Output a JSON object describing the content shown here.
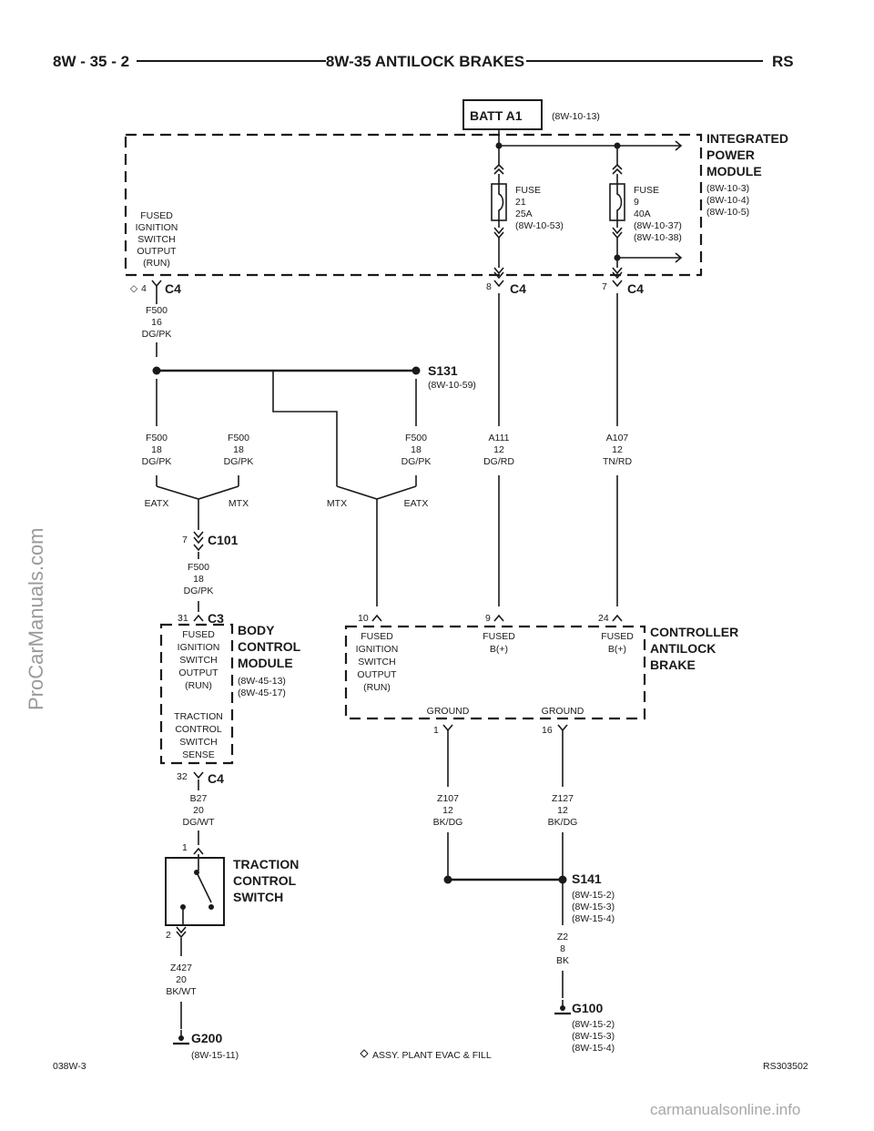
{
  "header": {
    "left": "8W - 35 - 2",
    "title": "8W-35 ANTILOCK BRAKES",
    "right": "RS"
  },
  "footer": {
    "left": "038W-3",
    "note": "ASSY. PLANT EVAC & FILL",
    "right": "RS303502"
  },
  "watermarks": {
    "side": "ProCarManuals.com",
    "bottom": "carmanualsonline.info"
  },
  "batt": {
    "label": "BATT A1",
    "ref": "(8W-10-13)"
  },
  "ipm": {
    "name": [
      "INTEGRATED",
      "POWER",
      "MODULE"
    ],
    "refs": [
      "(8W-10-3)",
      "(8W-10-4)",
      "(8W-10-5)"
    ],
    "output": [
      "FUSED",
      "IGNITION",
      "SWITCH",
      "OUTPUT",
      "(RUN)"
    ],
    "fuse21": [
      "FUSE",
      "21",
      "25A",
      "(8W-10-53)"
    ],
    "fuse9": [
      "FUSE",
      "9",
      "40A",
      "(8W-10-37)",
      "(8W-10-38)"
    ]
  },
  "c4_top": {
    "pin_a": "4",
    "pin_b": "8",
    "pin_c": "7",
    "name": "C4",
    "diamond": "◇"
  },
  "wire_f500_16": [
    "F500",
    "16",
    "DG/PK"
  ],
  "s131": {
    "name": "S131",
    "ref": "(8W-10-59)"
  },
  "wire_f500_18_a": [
    "F500",
    "18",
    "DG/PK"
  ],
  "wire_f500_18_b": [
    "F500",
    "18",
    "DG/PK"
  ],
  "wire_f500_18_c": [
    "F500",
    "18",
    "DG/PK"
  ],
  "wire_a111": [
    "A111",
    "12",
    "DG/RD"
  ],
  "wire_a107": [
    "A107",
    "12",
    "TN/RD"
  ],
  "options": {
    "eatx": "EATX",
    "mtx": "MTX"
  },
  "c101": {
    "pin": "7",
    "name": "C101"
  },
  "wire_f500_18_d": [
    "F500",
    "18",
    "DG/PK"
  ],
  "bcm": {
    "c3_pin": "31",
    "c3_name": "C3",
    "name": [
      "BODY",
      "CONTROL",
      "MODULE"
    ],
    "refs": [
      "(8W-45-13)",
      "(8W-45-17)"
    ],
    "input1": [
      "FUSED",
      "IGNITION",
      "SWITCH",
      "OUTPUT",
      "(RUN)"
    ],
    "input2": [
      "TRACTION",
      "CONTROL",
      "SWITCH",
      "SENSE"
    ],
    "c4_pin": "32",
    "c4_name": "C4"
  },
  "cab": {
    "pin1": "10",
    "pin2": "9",
    "pin3": "24",
    "name": [
      "CONTROLLER",
      "ANTILOCK",
      "BRAKE"
    ],
    "in1": [
      "FUSED",
      "IGNITION",
      "SWITCH",
      "OUTPUT",
      "(RUN)"
    ],
    "in2": [
      "FUSED",
      "B(+)"
    ],
    "in3": [
      "FUSED",
      "B(+)"
    ],
    "gnd1": "GROUND",
    "gnd2": "GROUND",
    "gpin1": "1",
    "gpin2": "16"
  },
  "wire_b27": [
    "B27",
    "20",
    "DG/WT"
  ],
  "wire_z107": [
    "Z107",
    "12",
    "BK/DG"
  ],
  "wire_z127": [
    "Z127",
    "12",
    "BK/DG"
  ],
  "tcs": {
    "name": [
      "TRACTION",
      "CONTROL",
      "SWITCH"
    ],
    "pin1": "1",
    "pin2": "2"
  },
  "s141": {
    "name": "S141",
    "refs": [
      "(8W-15-2)",
      "(8W-15-3)",
      "(8W-15-4)"
    ]
  },
  "wire_z2": [
    "Z2",
    "8",
    "BK"
  ],
  "wire_z427": [
    "Z427",
    "20",
    "BK/WT"
  ],
  "g100": {
    "name": "G100",
    "refs": [
      "(8W-15-2)",
      "(8W-15-3)",
      "(8W-15-4)"
    ]
  },
  "g200": {
    "name": "G200",
    "ref": "(8W-15-11)"
  }
}
